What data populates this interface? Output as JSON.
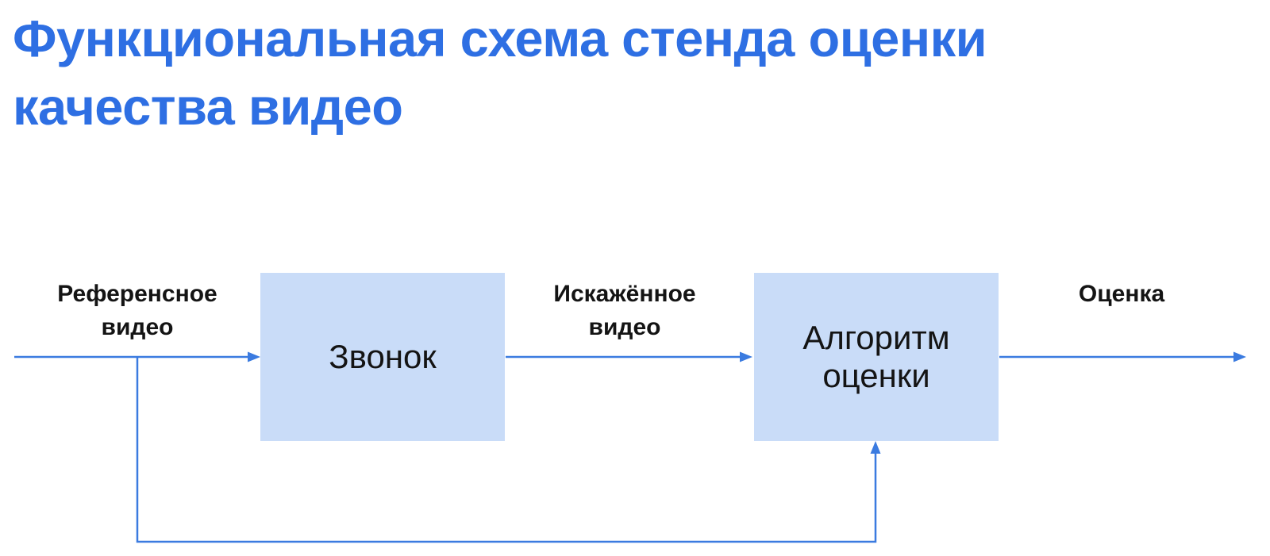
{
  "title": {
    "full": "Функциональная схема стенда оценки качества видео",
    "line1": "Функциональная схема стенда оценки",
    "line2": "качества видео"
  },
  "colors": {
    "title_accent": "#2E6FE3",
    "connector_line": "#3B7BE0",
    "node_fill": "#C9DCF8",
    "text": "#141414"
  },
  "diagram": {
    "nodes": [
      {
        "id": "call",
        "label": "Звонок"
      },
      {
        "id": "evaluation-algorithm",
        "label": "Алгоритм оценки"
      }
    ],
    "edge_labels": {
      "reference_video": "Референсное видео",
      "distorted_video": "Искажённое видео",
      "score": "Оценка"
    },
    "edges": [
      {
        "from": "input",
        "to": "call",
        "label": "Референсное видео"
      },
      {
        "from": "call",
        "to": "evaluation-algorithm",
        "label": "Искажённое видео"
      },
      {
        "from": "evaluation-algorithm",
        "to": "output",
        "label": "Оценка"
      },
      {
        "from": "reference-branch",
        "to": "evaluation-algorithm",
        "label": "",
        "type": "feedback"
      }
    ]
  }
}
